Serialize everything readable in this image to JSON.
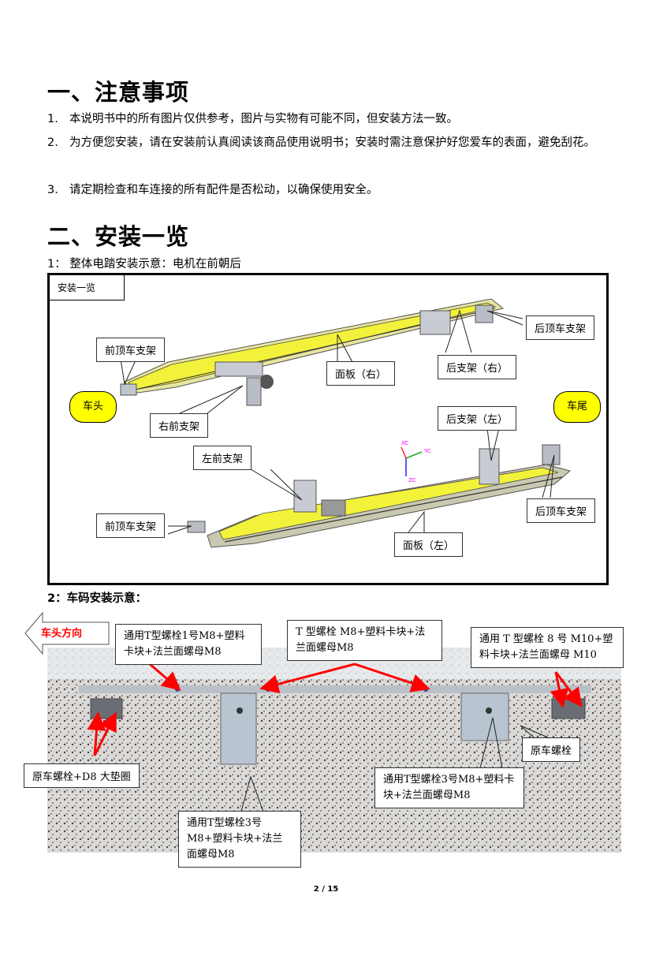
{
  "section1": {
    "heading": "一、注意事项",
    "items": [
      {
        "num": "1.",
        "text": "本说明书中的所有图片仅供参考，图片与实物有可能不同，但安装方法一致。"
      },
      {
        "num": "2.",
        "text": "为方便您安装，请在安装前认真阅读该商品使用说明书；安装时需注意保护好您爱车的表面，避免刮花。"
      },
      {
        "num": "3.",
        "text": "请定期检查和车连接的所有配件是否松动，以确保使用安全。"
      }
    ]
  },
  "section2": {
    "heading": "二、安装一览",
    "sub1": "1：  整体电踏安装示意：电机在前朝后",
    "sub2": "2：车码安装示意："
  },
  "figure1": {
    "title": "安装一览",
    "labels": {
      "front_roof_top": "前顶车支架",
      "rear_roof_top": "后顶车支架",
      "panel_right": "面板（右）",
      "rear_bracket_right": "后支架（右）",
      "right_front_bracket": "右前支架",
      "rear_bracket_left": "后支架（左）",
      "left_front_bracket": "左前支架",
      "front_roof_bottom": "前顶车支架",
      "rear_roof_bottom": "后顶车支架",
      "panel_left": "面板（左）"
    },
    "car_head": "车头",
    "car_tail": "车尾",
    "axis": {
      "x": "XC",
      "y": "YC",
      "z": "ZC"
    }
  },
  "figure2": {
    "direction": "车头方向",
    "labels": {
      "bolt1": "通用T型螺栓1号M8+塑料卡块+法兰面螺母M8",
      "tbolt": "T 型螺栓 M8+塑料卡块+法兰面螺母M8",
      "bolt8": "通用 T 型螺栓 8 号 M10+塑料卡块+法兰面螺母 M10",
      "orig_washer": "原车螺栓+D8 大垫圈",
      "orig_bolt": "原车螺栓",
      "bolt3_right": "通用T型螺栓3号M8+塑料卡块+法兰面螺母M8",
      "bolt3_bottom": "通用T型螺栓3号M8+塑料卡块+法兰面螺母M8"
    }
  },
  "footer": {
    "page": "2 / 15"
  },
  "colors": {
    "accent_yellow": "#ffff00",
    "arrow_red": "#ff0000"
  }
}
